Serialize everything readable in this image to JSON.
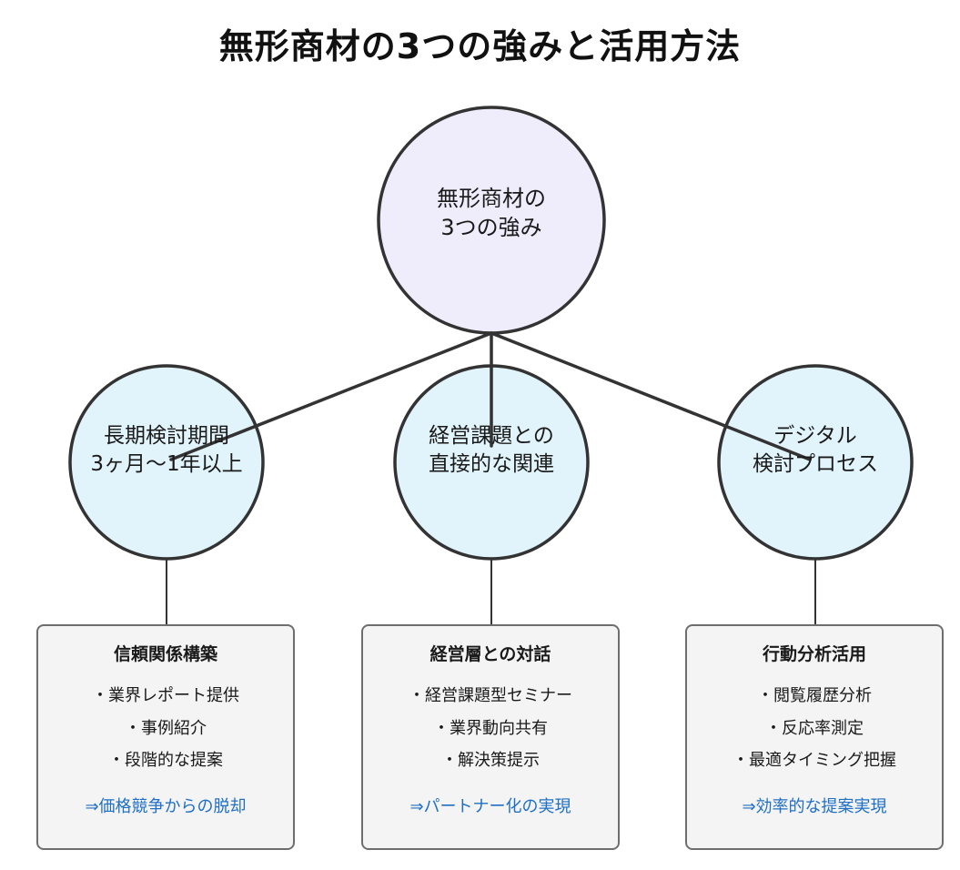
{
  "title": "無形商材の3つの強みと活用方法",
  "center": {
    "line1": "無形商材の",
    "line2": "3つの強み"
  },
  "branches": [
    {
      "line1": "長期検討期間",
      "line2": "3ヶ月〜1年以上",
      "card": {
        "title": "信頼関係構築",
        "items": [
          "・業界レポート提供",
          "・事例紹介",
          "・段階的な提案"
        ],
        "result": "⇒価格競争からの脱却"
      }
    },
    {
      "line1": "経営課題との",
      "line2": "直接的な関連",
      "card": {
        "title": "経営層との対話",
        "items": [
          "・経営課題型セミナー",
          "・業界動向共有",
          "・解決策提示"
        ],
        "result": "⇒パートナー化の実現"
      }
    },
    {
      "line1": "デジタル",
      "line2": "検討プロセス",
      "card": {
        "title": "行動分析活用",
        "items": [
          "・閲覧履歴分析",
          "・反応率測定",
          "・最適タイミング把握"
        ],
        "result": "⇒効率的な提案実現"
      }
    }
  ],
  "colors": {
    "center_fill": "#efedfb",
    "branch_fill": "#e1f3fb",
    "stroke": "#333333",
    "card_fill": "#f4f4f4",
    "card_border": "#6e6e6e",
    "result_text": "#1f6fc5"
  }
}
